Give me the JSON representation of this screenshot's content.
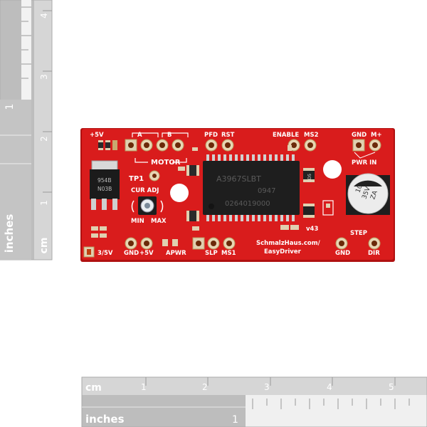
{
  "ruler_vertical": {
    "cm_label": "cm",
    "inches_label": "inches",
    "cm_marks": [
      "1",
      "2",
      "3",
      "4"
    ],
    "inch_marks": [
      "1"
    ]
  },
  "ruler_horizontal": {
    "cm_label": "cm",
    "inches_label": "inches",
    "cm_marks": [
      "1",
      "2",
      "3",
      "4",
      "5"
    ],
    "inch_marks": [
      "1"
    ]
  },
  "board": {
    "color": "#d91c1c",
    "labels": {
      "plus5v_top": "+5V",
      "motor_a": "A",
      "motor_b": "B",
      "motor": "MOTOR",
      "pfd": "PFD",
      "rst": "RST",
      "enable": "ENABLE",
      "ms2": "MS2",
      "gnd_top": "GND",
      "m_plus": "M+",
      "pwr_in": "PWR IN",
      "tp1": "TP1",
      "cur_adj": "CUR ADJ",
      "min": "MIN",
      "max": "MAX",
      "v43": "v43",
      "step": "STEP",
      "url_line1": "SchmalzHaus.com/",
      "url_line2": "EasyDriver",
      "v35": "3/5V",
      "gnd_bottom_left": "GND",
      "plus5v_bottom": "+5V",
      "apwr": "APWR",
      "slp": "SLP",
      "ms1": "MS1",
      "gnd_bottom_right": "GND",
      "dir": "DIR"
    },
    "chip": {
      "line1": "A3967SLBT",
      "line2": "0947",
      "line3": "0264019000"
    },
    "regulator": {
      "line1": "954B",
      "line2": "N03B"
    },
    "capacitor": {
      "line1": "10",
      "line2": "35V",
      "line3": "ZA"
    },
    "resistor_code": "1D5"
  }
}
